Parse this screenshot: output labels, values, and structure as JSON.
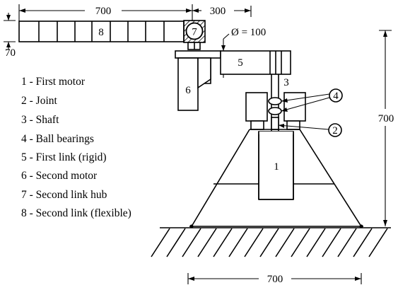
{
  "dimensions": {
    "link_length": "700",
    "hub_offset": "300",
    "diameter": "Ø = 100",
    "link_width": "70",
    "height": "700",
    "base_width": "700"
  },
  "part_numbers": {
    "p1": "1",
    "p2": "2",
    "p3": "3",
    "p4": "4",
    "p5": "5",
    "p6": "6",
    "p7": "7",
    "p8": "8"
  },
  "legend": [
    "1 - First motor",
    "2 - Joint",
    "3 - Shaft",
    "4 - Ball bearings",
    "5 - First link (rigid)",
    "6 - Second motor",
    "7 - Second link hub",
    "8 - Second link (flexible)"
  ]
}
